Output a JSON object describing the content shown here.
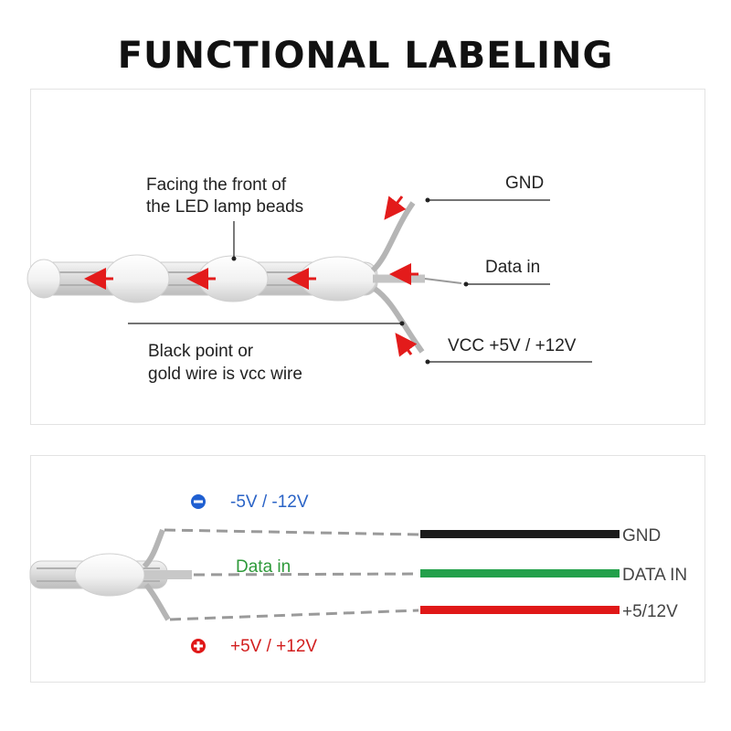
{
  "title": "FUNCTIONAL LABELING",
  "top_panel": {
    "front_note": [
      "Facing the front of",
      "the LED lamp beads"
    ],
    "gnd": "GND",
    "data_in": "Data in",
    "vcc": "VCC +5V / +12V",
    "vcc_note": [
      "Black point or",
      "gold wire is vcc wire"
    ]
  },
  "bottom_panel": {
    "negative": "-5V / -12V",
    "data_in": "Data in",
    "positive": "+5V / +12V",
    "wires": [
      {
        "label": "GND",
        "color": "#1c1c1c"
      },
      {
        "label": "DATA IN",
        "color": "#22a04a"
      },
      {
        "label": "+5/12V",
        "color": "#e01818"
      }
    ]
  },
  "colors": {
    "arrow": "#e31b1b",
    "minus_badge": "#1f5fd1",
    "plus_badge": "#e01818"
  }
}
